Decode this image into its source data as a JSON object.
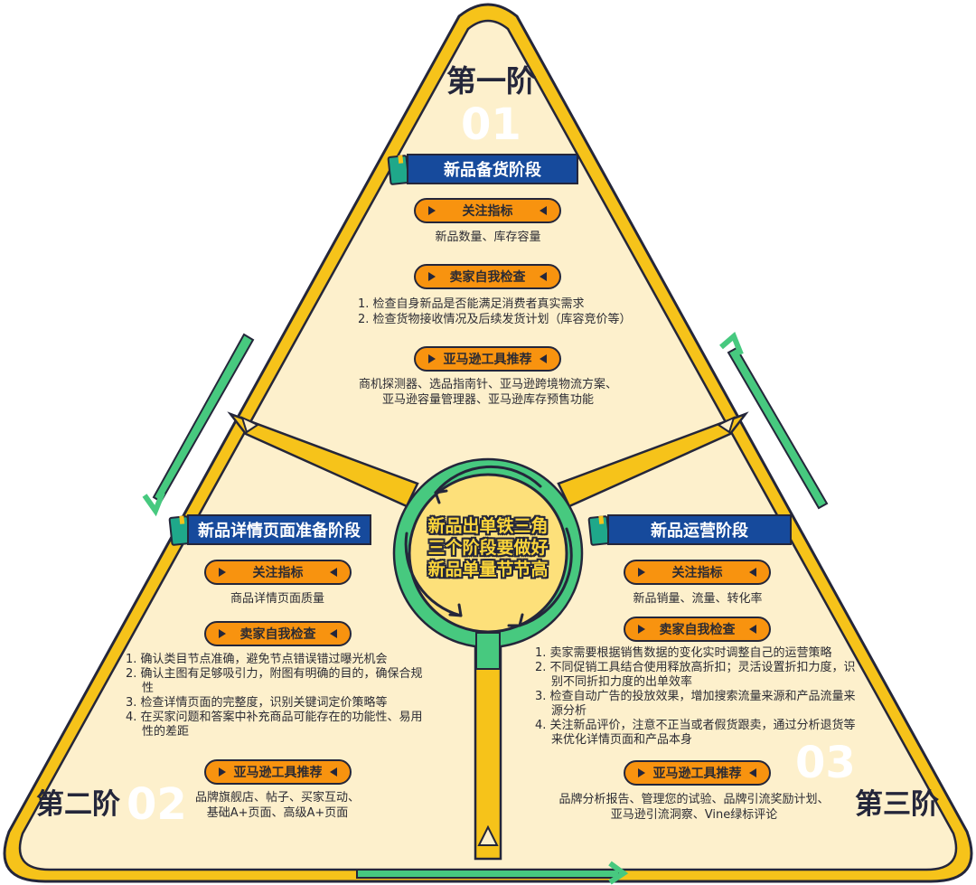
{
  "center": {
    "lines": [
      "新品出单铁三角",
      "三个阶段要做好",
      "新品单量节节高"
    ]
  },
  "colors": {
    "triangle_fill": "#fdf0cc",
    "border_yellow": "#f6c31a",
    "green": "#47c97f",
    "banner_blue": "#164a9c",
    "pill_orange": "#f8930f",
    "outline": "#24263a"
  },
  "stage1": {
    "label": "第一阶",
    "watermark": "01",
    "title": "新品备货阶段",
    "metrics_label": "关注指标",
    "metrics": "新品数量、库存容量",
    "check_label": "卖家自我检查",
    "checks": [
      "1. 检查自身新品是否能满足消费者真实需求",
      "2. 检查货物接收情况及后续发货计划（库容竞价等）"
    ],
    "tools_label": "亚马逊工具推荐",
    "tools": [
      "商机探测器、选品指南针、亚马逊跨境物流方案、",
      "亚马逊容量管理器、亚马逊库存预售功能"
    ]
  },
  "stage2": {
    "label": "第二阶",
    "watermark": "02",
    "title": "新品详情页面准备阶段",
    "metrics_label": "关注指标",
    "metrics": "商品详情页面质量",
    "check_label": "卖家自我检查",
    "checks": [
      "1. 确认类目节点准确，避免节点错误错过曝光机会",
      "2. 确认主图有足够吸引力，附图有明确的目的，确保合规性",
      "3. 检查详情页面的完整度，识别关键词定价策略等",
      "4. 在买家问题和答案中补充商品可能存在的功能性、易用性的差距"
    ],
    "tools_label": "亚马逊工具推荐",
    "tools": [
      "品牌旗舰店、帖子、买家互动、",
      "基础A+页面、高级A+页面"
    ]
  },
  "stage3": {
    "label": "第三阶",
    "watermark": "03",
    "title": "新品运营阶段",
    "metrics_label": "关注指标",
    "metrics": "新品销量、流量、转化率",
    "check_label": "卖家自我检查",
    "checks": [
      "1. 卖家需要根据销售数据的变化实时调整自己的运营策略",
      "2. 不同促销工具结合使用释放高折扣；灵活设置折扣力度，识别不同折扣力度的出单效率",
      "3. 检查自动广告的投放效果，增加搜索流量来源和产品流量来源分析",
      "4. 关注新品评价，注意不正当或者假货跟卖，通过分析退货等来优化详情页面和产品本身"
    ],
    "tools_label": "亚马逊工具推荐",
    "tools": [
      "品牌分析报告、管理您的试验、品牌引流奖励计划、",
      "亚马逊引流洞察、Vine绿标评论"
    ]
  }
}
